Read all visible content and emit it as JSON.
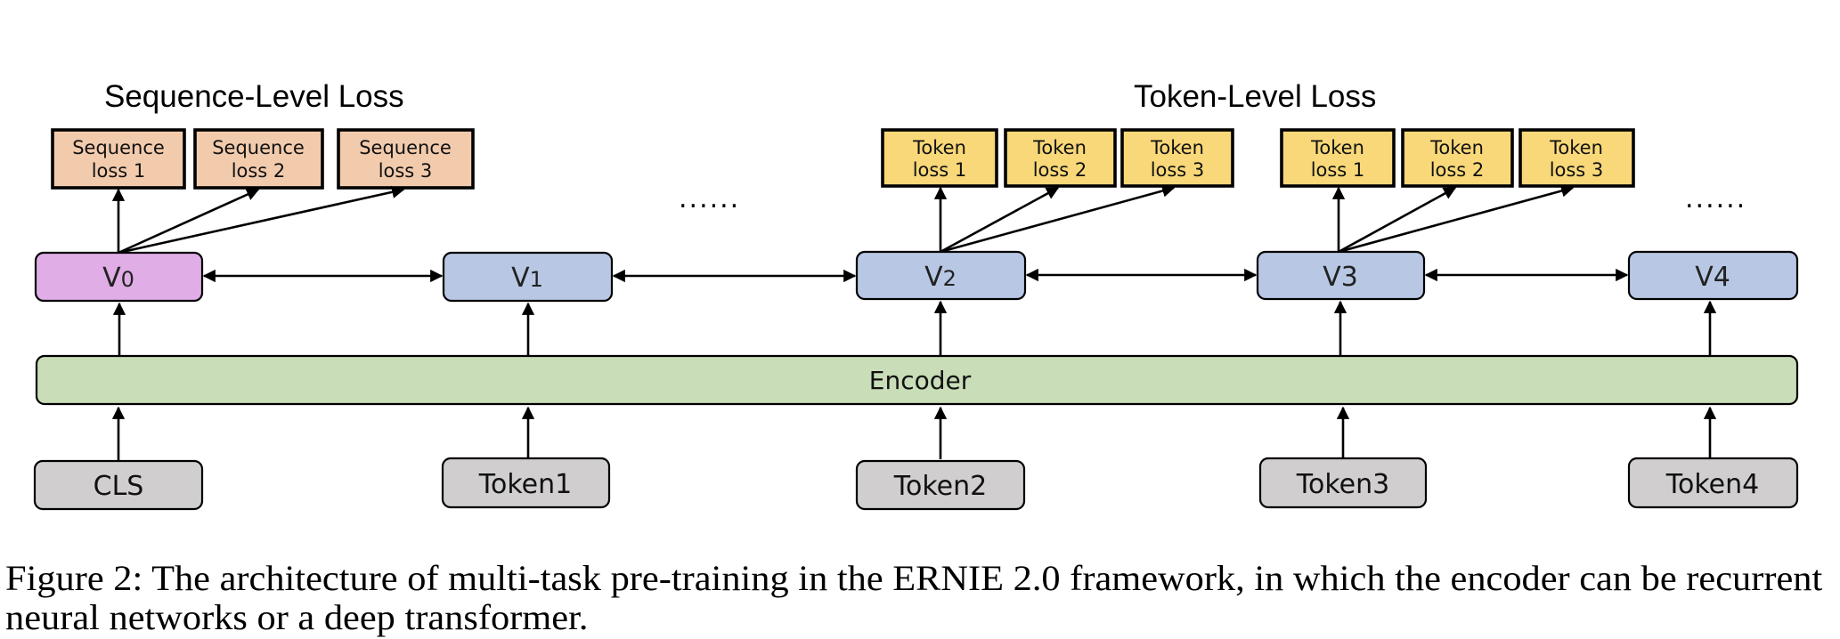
{
  "figure": {
    "titles": {
      "sequence_level": "Sequence-Level Loss",
      "token_level": "Token-Level Loss"
    },
    "colors": {
      "sequence_loss_fill": "#f2cbad",
      "token_loss_fill": "#f8d878",
      "v0_fill": "#e0ade6",
      "v_fill": "#b8c8e4",
      "encoder_fill": "#c9ddb8",
      "token_fill": "#d0cece"
    },
    "sequence_losses": [
      {
        "line1": "Sequence",
        "line2": "loss 1"
      },
      {
        "line1": "Sequence",
        "line2": "loss 2"
      },
      {
        "line1": "Sequence",
        "line2": "loss 3"
      }
    ],
    "token_losses_v2": [
      {
        "line1": "Token",
        "line2": "loss 1"
      },
      {
        "line1": "Token",
        "line2": "loss 2"
      },
      {
        "line1": "Token",
        "line2": "loss 3"
      }
    ],
    "token_losses_v3": [
      {
        "line1": "Token",
        "line2": "loss 1"
      },
      {
        "line1": "Token",
        "line2": "loss 2"
      },
      {
        "line1": "Token",
        "line2": "loss 3"
      }
    ],
    "ellipsis": "......",
    "vectors": [
      {
        "base": "V",
        "sub": "0"
      },
      {
        "base": "V",
        "sub": "1"
      },
      {
        "base": "V",
        "sub": "2"
      },
      {
        "base": "V",
        "sub": "3"
      },
      {
        "base": "V",
        "sub": "4"
      }
    ],
    "encoder_label": "Encoder",
    "inputs": [
      "CLS",
      "Token1",
      "Token2",
      "Token3",
      "Token4"
    ]
  },
  "caption": {
    "line1": "Figure 2: The architecture of multi-task pre-training in the ERNIE 2.0 framework, in which the encoder can be recurrent",
    "line2": "neural networks or a deep transformer."
  }
}
